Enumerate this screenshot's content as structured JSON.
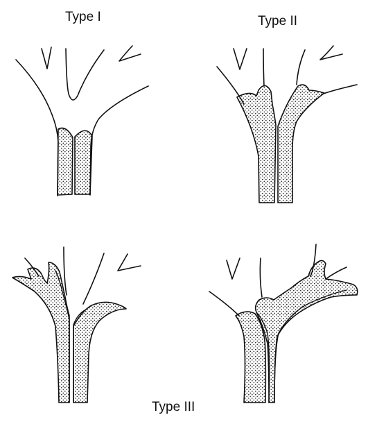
{
  "figure": {
    "labels": {
      "type1": "Type I",
      "type2": "Type II",
      "type3": "Type III"
    }
  },
  "colors": {
    "ink": "#111111",
    "stipple": "#2b2b2b",
    "background": "#ffffff"
  }
}
